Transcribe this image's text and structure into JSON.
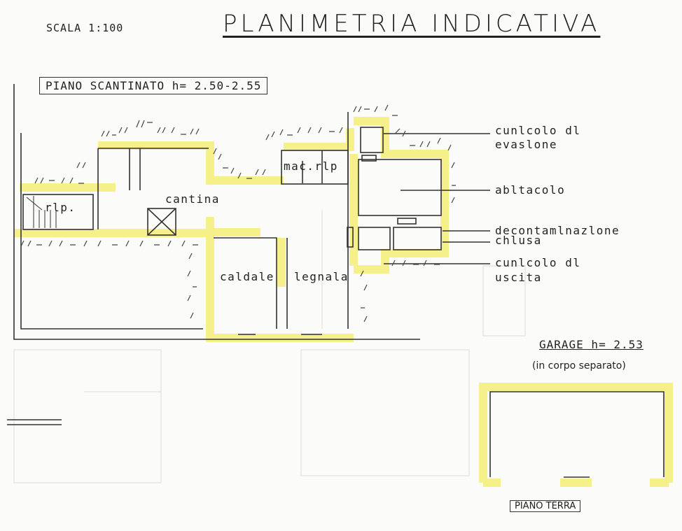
{
  "header": {
    "scale": "SCALA 1:100",
    "title": "PLANIMETRIA  INDICATIVA"
  },
  "basement": {
    "title": "PIANO SCANTINATO h= 2.50-2.55",
    "rooms": {
      "rip_stairs": "rlp.",
      "cantina": "cantina",
      "mac_rip": "mac.rlp",
      "caldaie": "caldale",
      "legnaia": "legnala"
    }
  },
  "callouts": {
    "cunicolo_evasione_1": "cunlcolo dl",
    "cunicolo_evasione_2": "evaslone",
    "abitacolo": "abltacolo",
    "decontaminazione": "decontamlnazlone",
    "chiusa": "chlusa",
    "cunicolo_uscita_1": "cunlcolo dl",
    "cunicolo_uscita_2": "uscita"
  },
  "garage": {
    "title": "GARAGE h= 2.53",
    "note": "(in corpo separato)",
    "ground_floor_label": "PIANO TERRA"
  },
  "colors": {
    "highlight": "#f5f08a",
    "ink": "#222222",
    "paper": "#fbfbf9"
  }
}
